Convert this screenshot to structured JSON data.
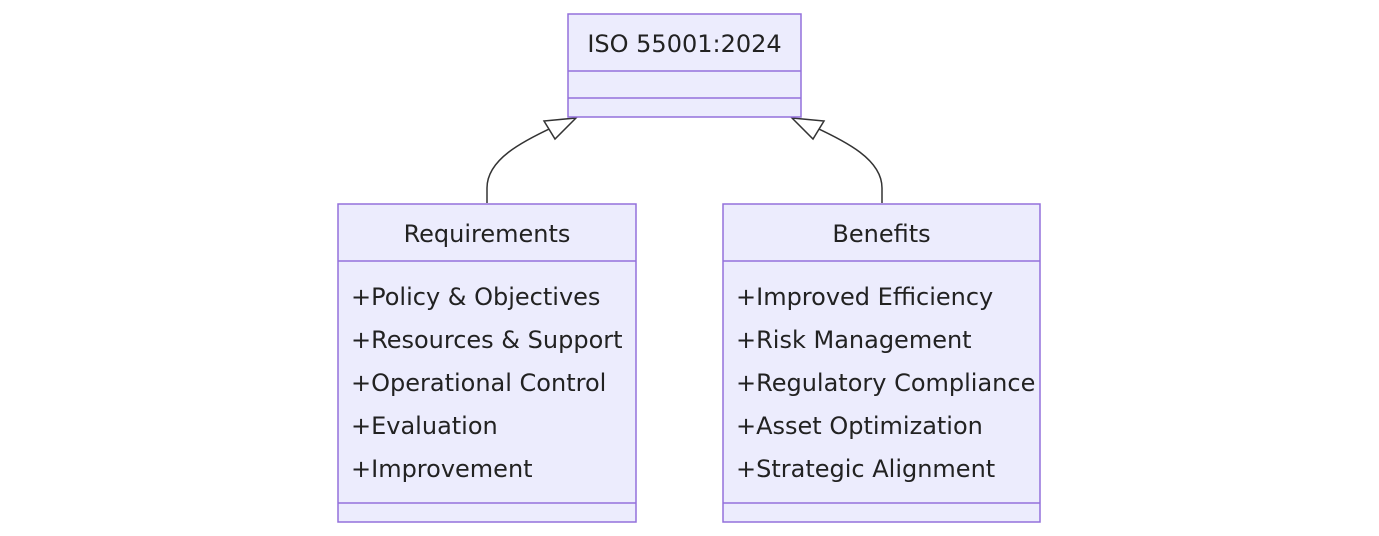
{
  "diagram": {
    "type": "class-diagram",
    "colors": {
      "node_fill": "#ececfd",
      "node_stroke": "#9370db",
      "edge_stroke": "#333333",
      "text": "#222222"
    },
    "classes": [
      {
        "id": "iso",
        "name": "ISO 55001:2024",
        "members": []
      },
      {
        "id": "requirements",
        "name": "Requirements",
        "members": [
          "+Policy & Objectives",
          "+Resources & Support",
          "+Operational Control",
          "+Evaluation",
          "+Improvement"
        ]
      },
      {
        "id": "benefits",
        "name": "Benefits",
        "members": [
          "+Improved Efficiency",
          "+Risk Management",
          "+Regulatory Compliance",
          "+Asset Optimization",
          "+Strategic Alignment"
        ]
      }
    ],
    "relations": [
      {
        "from": "requirements",
        "to": "iso",
        "kind": "inheritance"
      },
      {
        "from": "benefits",
        "to": "iso",
        "kind": "inheritance"
      }
    ]
  }
}
